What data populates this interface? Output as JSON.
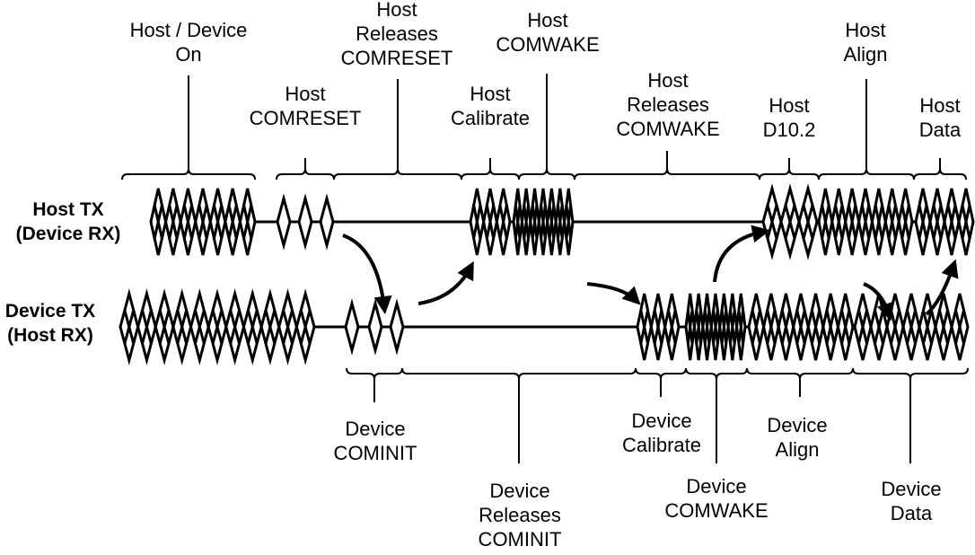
{
  "lanes": [
    {
      "line1": "Host TX",
      "line2": "(Device RX)"
    },
    {
      "line1": "Device TX",
      "line2": "(Host RX)"
    }
  ],
  "host_labels": [
    {
      "lines": [
        "Host / Device",
        "On"
      ]
    },
    {
      "lines": [
        "Host",
        "COMRESET"
      ]
    },
    {
      "lines": [
        "Host",
        "Releases",
        "COMRESET"
      ]
    },
    {
      "lines": [
        "Host",
        "Calibrate"
      ]
    },
    {
      "lines": [
        "Host",
        "COMWAKE"
      ]
    },
    {
      "lines": [
        "Host",
        "Releases",
        "COMWAKE"
      ]
    },
    {
      "lines": [
        "Host",
        "D10.2"
      ]
    },
    {
      "lines": [
        "Host",
        "Align"
      ]
    },
    {
      "lines": [
        "Host",
        "Data"
      ]
    }
  ],
  "device_labels": [
    {
      "lines": [
        "Device",
        "COMINIT"
      ]
    },
    {
      "lines": [
        "Device",
        "Releases",
        "COMINIT"
      ]
    },
    {
      "lines": [
        "Device",
        "Calibrate"
      ]
    },
    {
      "lines": [
        "Device",
        "COMWAKE"
      ]
    },
    {
      "lines": [
        "Device",
        "Align"
      ]
    },
    {
      "lines": [
        "Device",
        "Data"
      ]
    }
  ],
  "colors": {
    "ink": "#000000",
    "background": "#ffffff"
  }
}
